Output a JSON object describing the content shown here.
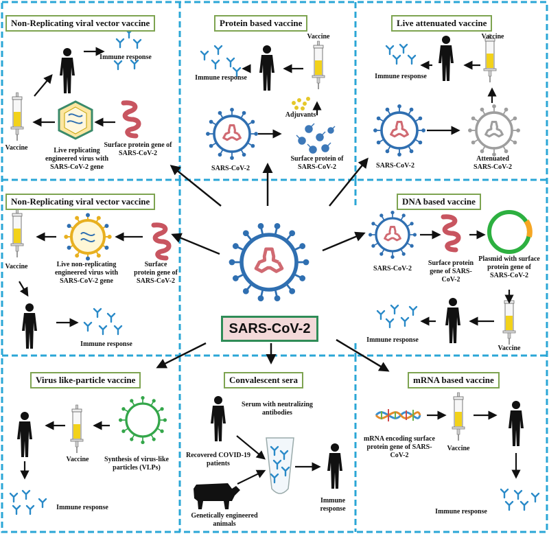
{
  "panels": {
    "nrvv_top": {
      "title": "Non-Replicating viral vector vaccine",
      "immune": "Immune response",
      "vaccine": "Vaccine",
      "virus": "Live replicating engineered virus with SARS-CoV-2 gene",
      "gene": "Surface protein gene of SARS-CoV-2"
    },
    "protein": {
      "title": "Protein based vaccine",
      "vaccine": "Vaccine",
      "immune": "Immune response",
      "adjuvants": "Adjuvants",
      "sars": "SARS-CoV-2",
      "surface": "Surface protein of SARS-CoV-2"
    },
    "live": {
      "title": "Live attenuated vaccine",
      "vaccine": "Vaccine",
      "immune": "Immune response",
      "sars": "SARS-CoV-2",
      "attenuated": "Attenuated SARS-CoV-2"
    },
    "nrvv_mid": {
      "title": "Non-Replicating viral vector vaccine",
      "vaccine": "Vaccine",
      "virus": "Live non-replicating engineered virus with SARS-CoV-2 gene",
      "gene": "Surface protein gene of SARS-CoV-2",
      "immune": "Immune response"
    },
    "dna": {
      "title": "DNA based vaccine",
      "sars": "SARS-CoV-2",
      "gene": "Surface protein gene of SARS-CoV-2",
      "plasmid": "Plasmid with surface protein gene of SARS-CoV-2",
      "immune": "Immune response",
      "vaccine": "Vaccine"
    },
    "vlp": {
      "title": "Virus like-particle vaccine",
      "vaccine": "Vaccine",
      "synthesis": "Synthesis of virus-like particles (VLPs)",
      "immune": "Immune response"
    },
    "sera": {
      "title": "Convalescent sera",
      "serum": "Serum with neutralizing antibodies",
      "recovered": "Recovered COVID-19 patients",
      "animals": "Genetically engineered animals",
      "immune": "Immune response"
    },
    "mrna": {
      "title": "mRNA based vaccine",
      "mrna": "mRNA encoding surface protein gene of SARS-CoV-2",
      "vaccine": "Vaccine",
      "immune": "Immune response"
    }
  },
  "center": {
    "label": "SARS-CoV-2"
  },
  "colors": {
    "divider": "#2aa6d6",
    "title_border": "#7da350",
    "center_fill": "#f3d9d9",
    "center_border": "#2f8c57",
    "virus_blue": "#2f6fb1",
    "rna_pink": "#d06a72",
    "antibody_blue": "#2a8ac8",
    "vaccine_yellow": "#f2d21a",
    "vlp_green": "#34a64a",
    "plasmid_green": "#2db040",
    "plasmid_orange": "#f5a623",
    "attenuated_gray": "#9e9e9e"
  }
}
